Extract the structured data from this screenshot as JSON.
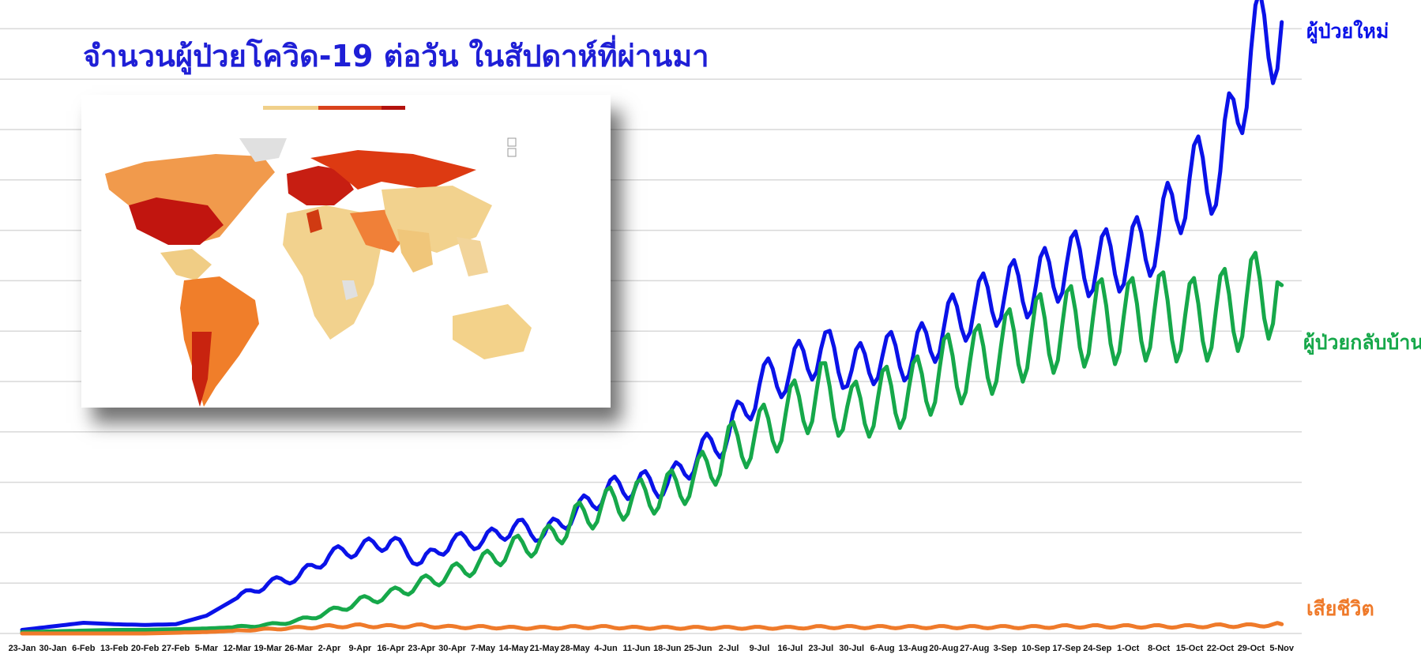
{
  "title": "จำนวนผู้ป่วยโควิด-19 ต่อวัน ในสัปดาห์ที่ผ่านมา",
  "colors": {
    "new_cases": "#0a12e8",
    "recovered": "#16a84a",
    "deaths": "#ef7a2a",
    "title": "#1f1fd6"
  },
  "labels": {
    "new_cases": "ผู้ป่วยใหม่",
    "recovered": "ผู้ป่วยกลับบ้าน",
    "deaths": "เสียชีวิต"
  },
  "map_inset": {
    "content": "world map of average daily cases per 100,000 people in past week"
  },
  "chart_data": {
    "type": "line",
    "title": "จำนวนผู้ป่วยโควิด-19 ต่อวัน ในสัปดาห์ที่ผ่านมา",
    "xlabel": "",
    "ylabel": "",
    "y_tick_labels_visible": false,
    "grid": true,
    "categories": [
      "23-Jan",
      "30-Jan",
      "6-Feb",
      "13-Feb",
      "20-Feb",
      "27-Feb",
      "5-Mar",
      "12-Mar",
      "19-Mar",
      "26-Mar",
      "2-Apr",
      "9-Apr",
      "16-Apr",
      "23-Apr",
      "30-Apr",
      "7-May",
      "14-May",
      "21-May",
      "28-May",
      "4-Jun",
      "11-Jun",
      "18-Jun",
      "25-Jun",
      "2-Jul",
      "9-Jul",
      "16-Jul",
      "23-Jul",
      "30-Jul",
      "6-Aug",
      "13-Aug",
      "20-Aug",
      "27-Aug",
      "3-Sep",
      "10-Sep",
      "17-Sep",
      "24-Sep",
      "1-Oct",
      "8-Oct",
      "15-Oct",
      "22-Oct",
      "29-Oct",
      "5-Nov"
    ],
    "series": [
      {
        "name": "ผู้ป่วยใหม่",
        "color": "#0a12e8",
        "values": [
          0.5,
          1,
          1.5,
          1.3,
          1.2,
          1.3,
          2.5,
          5,
          7,
          8,
          11,
          12,
          13,
          10,
          13,
          13,
          15,
          14,
          17,
          20,
          21,
          21,
          25,
          28,
          35,
          37,
          40,
          37,
          39,
          39,
          43,
          46,
          48,
          49,
          52,
          52,
          53,
          56,
          64,
          65,
          82,
          86
        ]
      },
      {
        "name": "ผู้ป่วยกลับบ้าน",
        "color": "#16a84a",
        "values": [
          0.2,
          0.3,
          0.4,
          0.5,
          0.5,
          0.6,
          0.7,
          0.9,
          1.2,
          1.8,
          3,
          4.5,
          5.5,
          7,
          8.5,
          10,
          12,
          13,
          16,
          18,
          19,
          20,
          22,
          26,
          28,
          31,
          34,
          31,
          33,
          34,
          37,
          38,
          40,
          42,
          43,
          44,
          44,
          45,
          44,
          45,
          47,
          49
        ]
      },
      {
        "name": "เสียชีวิต",
        "color": "#ef7a2a",
        "values": [
          0,
          0,
          0,
          0,
          0,
          0.1,
          0.2,
          0.4,
          0.6,
          0.8,
          1,
          1.1,
          1,
          1.1,
          0.9,
          0.9,
          0.8,
          0.8,
          0.9,
          0.9,
          0.8,
          0.8,
          0.8,
          0.8,
          0.8,
          0.8,
          0.9,
          0.9,
          0.9,
          0.9,
          0.9,
          0.9,
          0.9,
          0.9,
          1,
          1,
          1,
          1,
          1,
          1.1,
          1.1,
          1.3
        ]
      }
    ]
  }
}
